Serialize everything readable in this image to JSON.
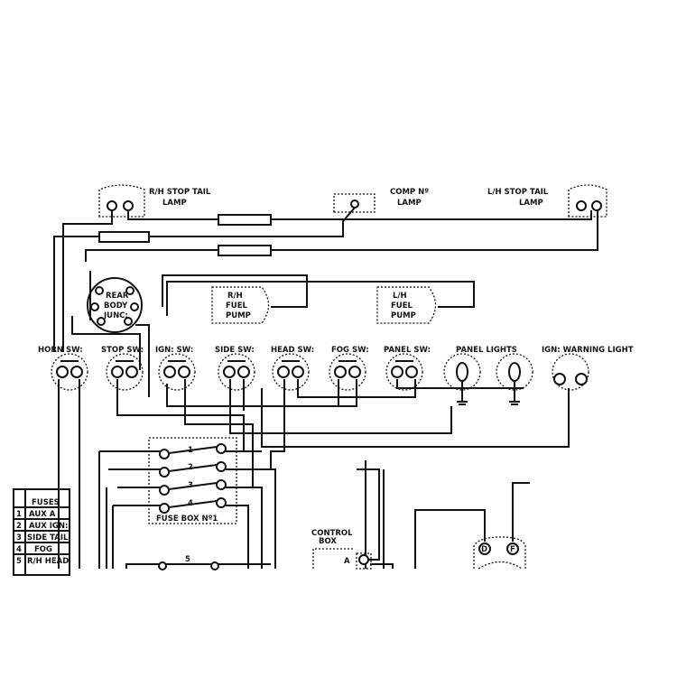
{
  "lamps": {
    "rh_stop_tail": [
      "R/H STOP TAIL",
      "LAMP"
    ],
    "comp_no": [
      "COMP Nº",
      "LAMP"
    ],
    "lh_stop_tail": [
      "L/H STOP TAIL",
      "LAMP"
    ]
  },
  "rear_body_junc": [
    "REAR",
    "BODY",
    "JUNC:"
  ],
  "fuel_pumps": {
    "rh": [
      "R/H",
      "FUEL",
      "PUMP"
    ],
    "lh": [
      "L/H",
      "FUEL",
      "PUMP"
    ]
  },
  "switches": [
    "HORN SW:",
    "STOP SW:",
    "IGN: SW:",
    "SIDE SW:",
    "HEAD SW:",
    "FOG SW:",
    "PANEL SW:",
    "PANEL LIGHTS",
    "IGN: WARNING LIGHT"
  ],
  "fuse_box": {
    "label": "FUSE BOX Nº1",
    "numbers": [
      "1",
      "2",
      "3",
      "4",
      "5"
    ]
  },
  "fuses_table": {
    "title": "FUSES",
    "rows": [
      {
        "n": "1",
        "label": "AUX A"
      },
      {
        "n": "2",
        "label": "AUX IGN:"
      },
      {
        "n": "3",
        "label": "SIDE TAIL"
      },
      {
        "n": "4",
        "label": "FOG"
      },
      {
        "n": "5",
        "label": "R/H HEAD"
      }
    ]
  },
  "control_box": {
    "label": [
      "CONTROL",
      "BOX"
    ],
    "terminal": "A"
  },
  "dynamo_terminals": [
    "D",
    "F"
  ]
}
